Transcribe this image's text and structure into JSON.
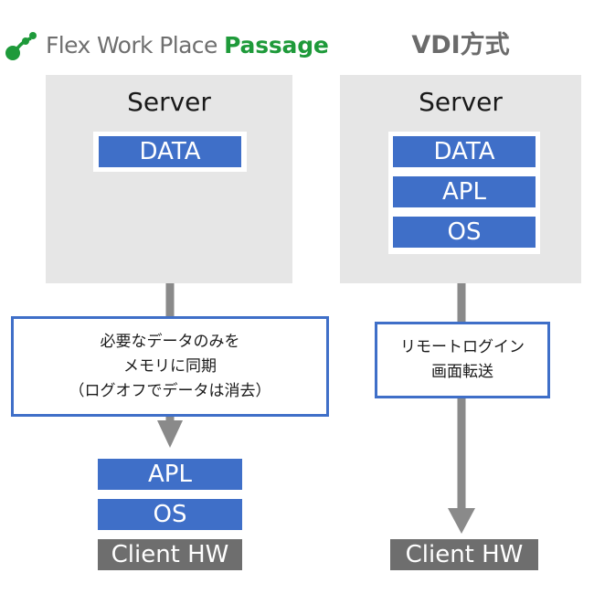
{
  "left": {
    "brand_main": "Flex Work Place ",
    "brand_accent": "Passage",
    "server_label": "Server",
    "server_blocks": [
      "DATA"
    ],
    "callout_lines": [
      "必要なデータのみを",
      "メモリに同期",
      "（ログオフでデータは消去）"
    ],
    "client_blocks": [
      "APL",
      "OS"
    ],
    "client_hw": "Client HW"
  },
  "right": {
    "title": "VDI方式",
    "server_label": "Server",
    "server_blocks": [
      "DATA",
      "APL",
      "OS"
    ],
    "callout_lines": [
      "リモートログイン",
      "画面転送"
    ],
    "client_hw": "Client HW"
  },
  "colors": {
    "block_blue": "#3f6fc8",
    "client_hw_gray": "#6e6e6e",
    "server_bg": "#e6e6e6",
    "brand_green": "#1e9a3a",
    "arrow_gray": "#8a8a8a"
  },
  "icons": {
    "brand_logo": "leaf-sprout-icon"
  }
}
